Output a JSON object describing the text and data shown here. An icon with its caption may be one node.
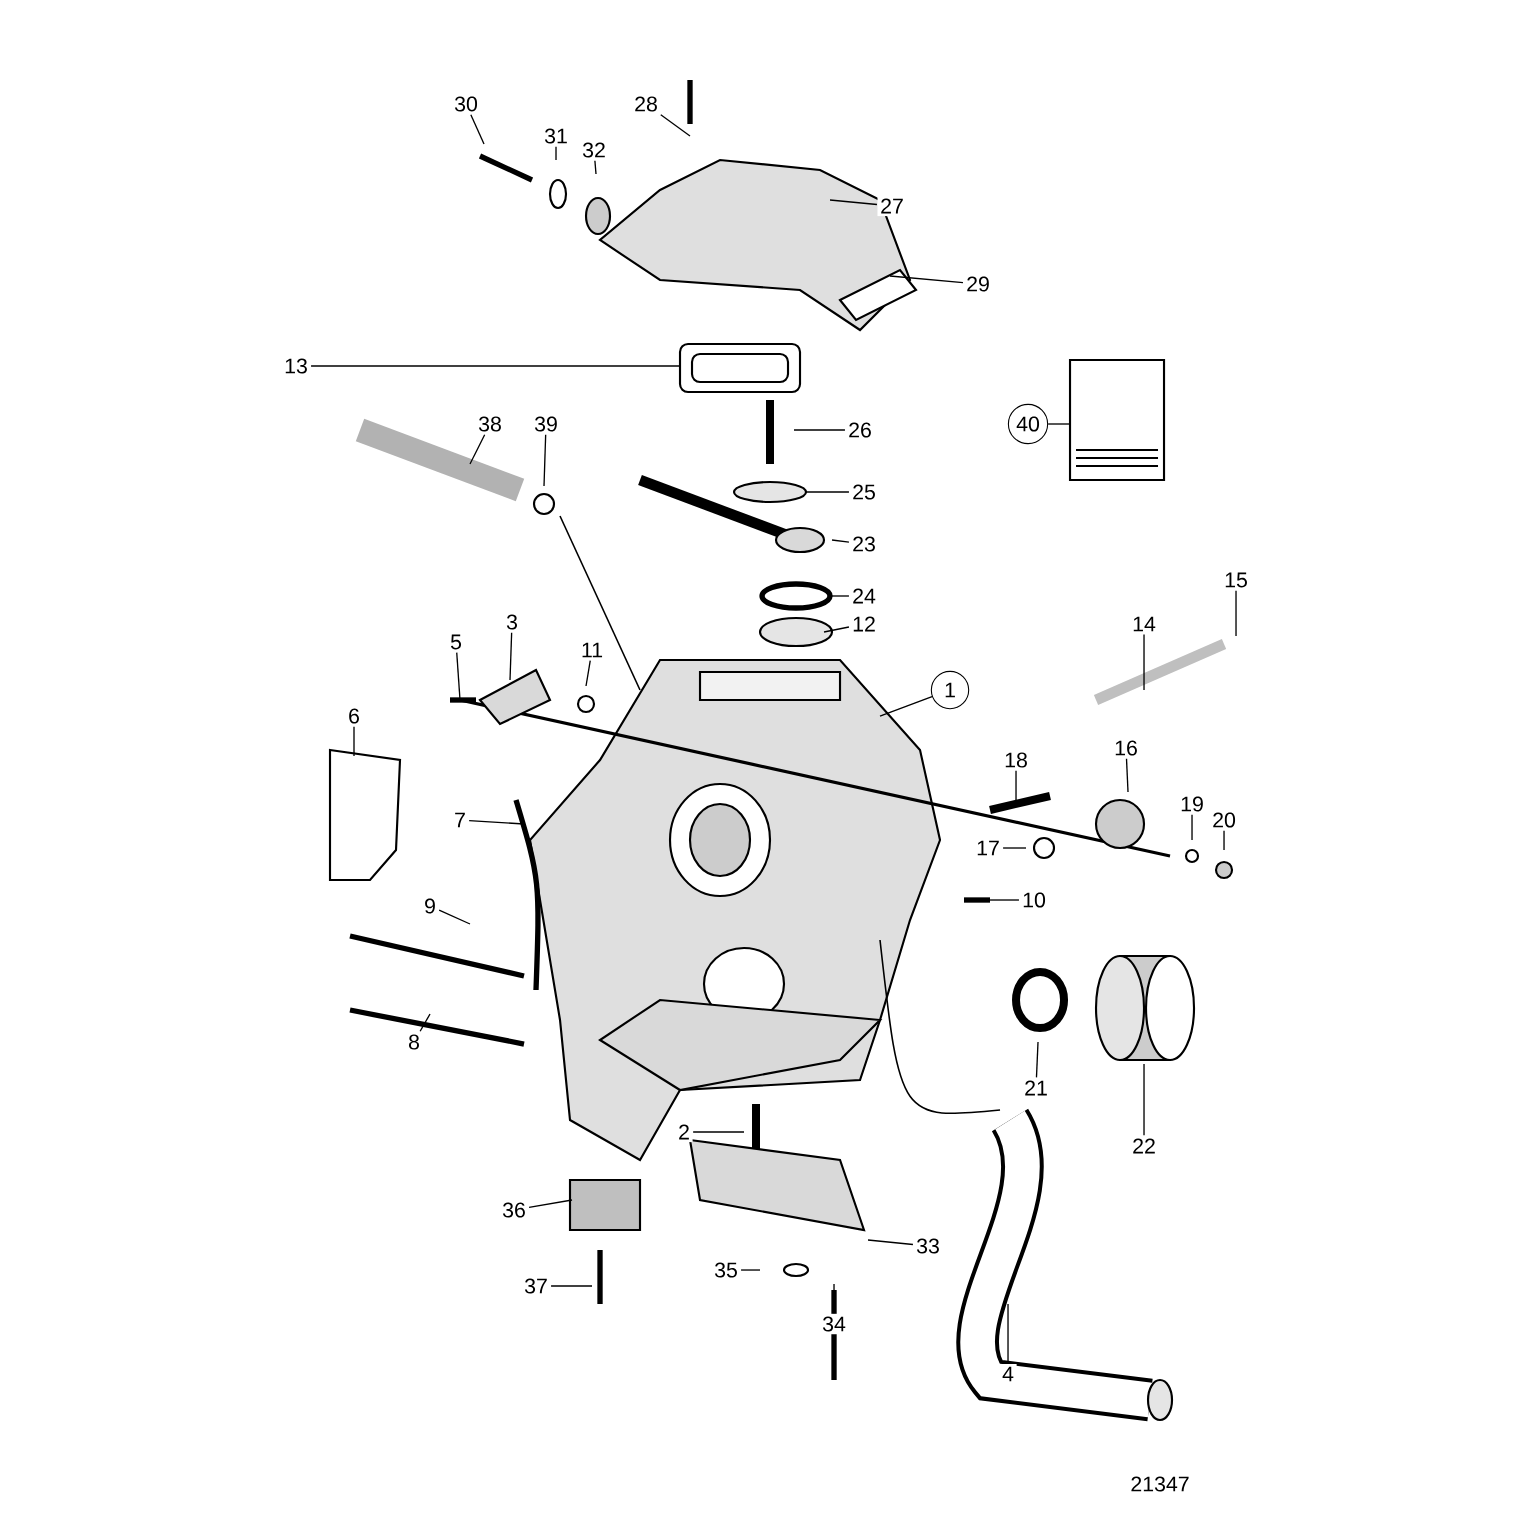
{
  "diagram": {
    "nodes": [
      {
        "text": [
          "28"
        ]
      },
      {
        "text": [
          "30"
        ]
      },
      {
        "text": [
          "31"
        ]
      },
      {
        "text": [
          "32"
        ]
      },
      {
        "text": [
          "27"
        ]
      },
      {
        "text": [
          "29"
        ]
      },
      {
        "text": [
          "13"
        ]
      },
      {
        "text": [
          "38"
        ]
      },
      {
        "text": [
          "39"
        ]
      },
      {
        "text": [
          "40"
        ]
      },
      {
        "text": [
          "26"
        ]
      },
      {
        "text": [
          "25"
        ]
      },
      {
        "text": [
          "23"
        ]
      },
      {
        "text": [
          "15"
        ]
      },
      {
        "text": [
          "24"
        ]
      },
      {
        "text": [
          "3"
        ]
      },
      {
        "text": [
          "12"
        ]
      },
      {
        "text": [
          "14"
        ]
      },
      {
        "text": [
          "5"
        ]
      },
      {
        "text": [
          "11"
        ]
      },
      {
        "text": [
          "1"
        ]
      },
      {
        "text": [
          "6"
        ]
      },
      {
        "text": [
          "18"
        ]
      },
      {
        "text": [
          "16"
        ]
      },
      {
        "text": [
          "19"
        ]
      },
      {
        "text": [
          "7"
        ]
      },
      {
        "text": [
          "20"
        ]
      },
      {
        "text": [
          "17"
        ]
      },
      {
        "text": [
          "10"
        ]
      },
      {
        "text": [
          "9"
        ]
      },
      {
        "text": [
          "8"
        ]
      },
      {
        "text": [
          "21"
        ]
      },
      {
        "text": [
          "2"
        ]
      },
      {
        "text": [
          "22"
        ]
      },
      {
        "text": [
          "36"
        ]
      },
      {
        "text": [
          "33"
        ]
      },
      {
        "text": [
          "35"
        ]
      },
      {
        "text": [
          "37"
        ]
      },
      {
        "text": [
          "34"
        ]
      },
      {
        "text": [
          "4"
        ]
      }
    ],
    "edges": [
      {
        "from": 0,
        "to": null,
        "arrow": "none"
      },
      {
        "from": 1,
        "to": null,
        "arrow": "none"
      },
      {
        "from": 2,
        "to": null,
        "arrow": "none"
      },
      {
        "from": 3,
        "to": null,
        "arrow": "none"
      },
      {
        "from": 4,
        "to": null,
        "arrow": "none"
      },
      {
        "from": 5,
        "to": null,
        "arrow": "none"
      },
      {
        "from": 6,
        "to": null,
        "arrow": "none"
      },
      {
        "from": 7,
        "to": null,
        "arrow": "none"
      },
      {
        "from": 8,
        "to": null,
        "arrow": "none"
      },
      {
        "from": 9,
        "to": null,
        "arrow": "none"
      },
      {
        "from": 10,
        "to": null,
        "arrow": "none"
      },
      {
        "from": 11,
        "to": null,
        "arrow": "none"
      },
      {
        "from": 12,
        "to": null,
        "arrow": "none"
      },
      {
        "from": 13,
        "to": null,
        "arrow": "none"
      },
      {
        "from": 14,
        "to": null,
        "arrow": "none"
      },
      {
        "from": 15,
        "to": null,
        "arrow": "none"
      },
      {
        "from": 16,
        "to": null,
        "arrow": "none"
      },
      {
        "from": 17,
        "to": null,
        "arrow": "none"
      },
      {
        "from": 18,
        "to": null,
        "arrow": "none"
      },
      {
        "from": 19,
        "to": null,
        "arrow": "none"
      },
      {
        "from": 20,
        "to": null,
        "arrow": "none"
      },
      {
        "from": 21,
        "to": null,
        "arrow": "none"
      },
      {
        "from": 22,
        "to": null,
        "arrow": "none"
      },
      {
        "from": 23,
        "to": null,
        "arrow": "none"
      },
      {
        "from": 24,
        "to": null,
        "arrow": "none"
      },
      {
        "from": 25,
        "to": null,
        "arrow": "none"
      },
      {
        "from": 26,
        "to": null,
        "arrow": "none"
      },
      {
        "from": 27,
        "to": null,
        "arrow": "none"
      },
      {
        "from": 28,
        "to": null,
        "arrow": "none"
      },
      {
        "from": 29,
        "to": null,
        "arrow": "none"
      },
      {
        "from": 30,
        "to": null,
        "arrow": "none"
      },
      {
        "from": 31,
        "to": null,
        "arrow": "none"
      },
      {
        "from": 32,
        "to": null,
        "arrow": "none"
      },
      {
        "from": 33,
        "to": null,
        "arrow": "none"
      },
      {
        "from": 34,
        "to": null,
        "arrow": "none"
      },
      {
        "from": 35,
        "to": null,
        "arrow": "none"
      },
      {
        "from": 36,
        "to": null,
        "arrow": "none"
      },
      {
        "from": 37,
        "to": null,
        "arrow": "none"
      },
      {
        "from": 38,
        "to": null,
        "arrow": "none"
      },
      {
        "from": 39,
        "to": null,
        "arrow": "none"
      }
    ],
    "labels": [
      "21347"
    ]
  }
}
